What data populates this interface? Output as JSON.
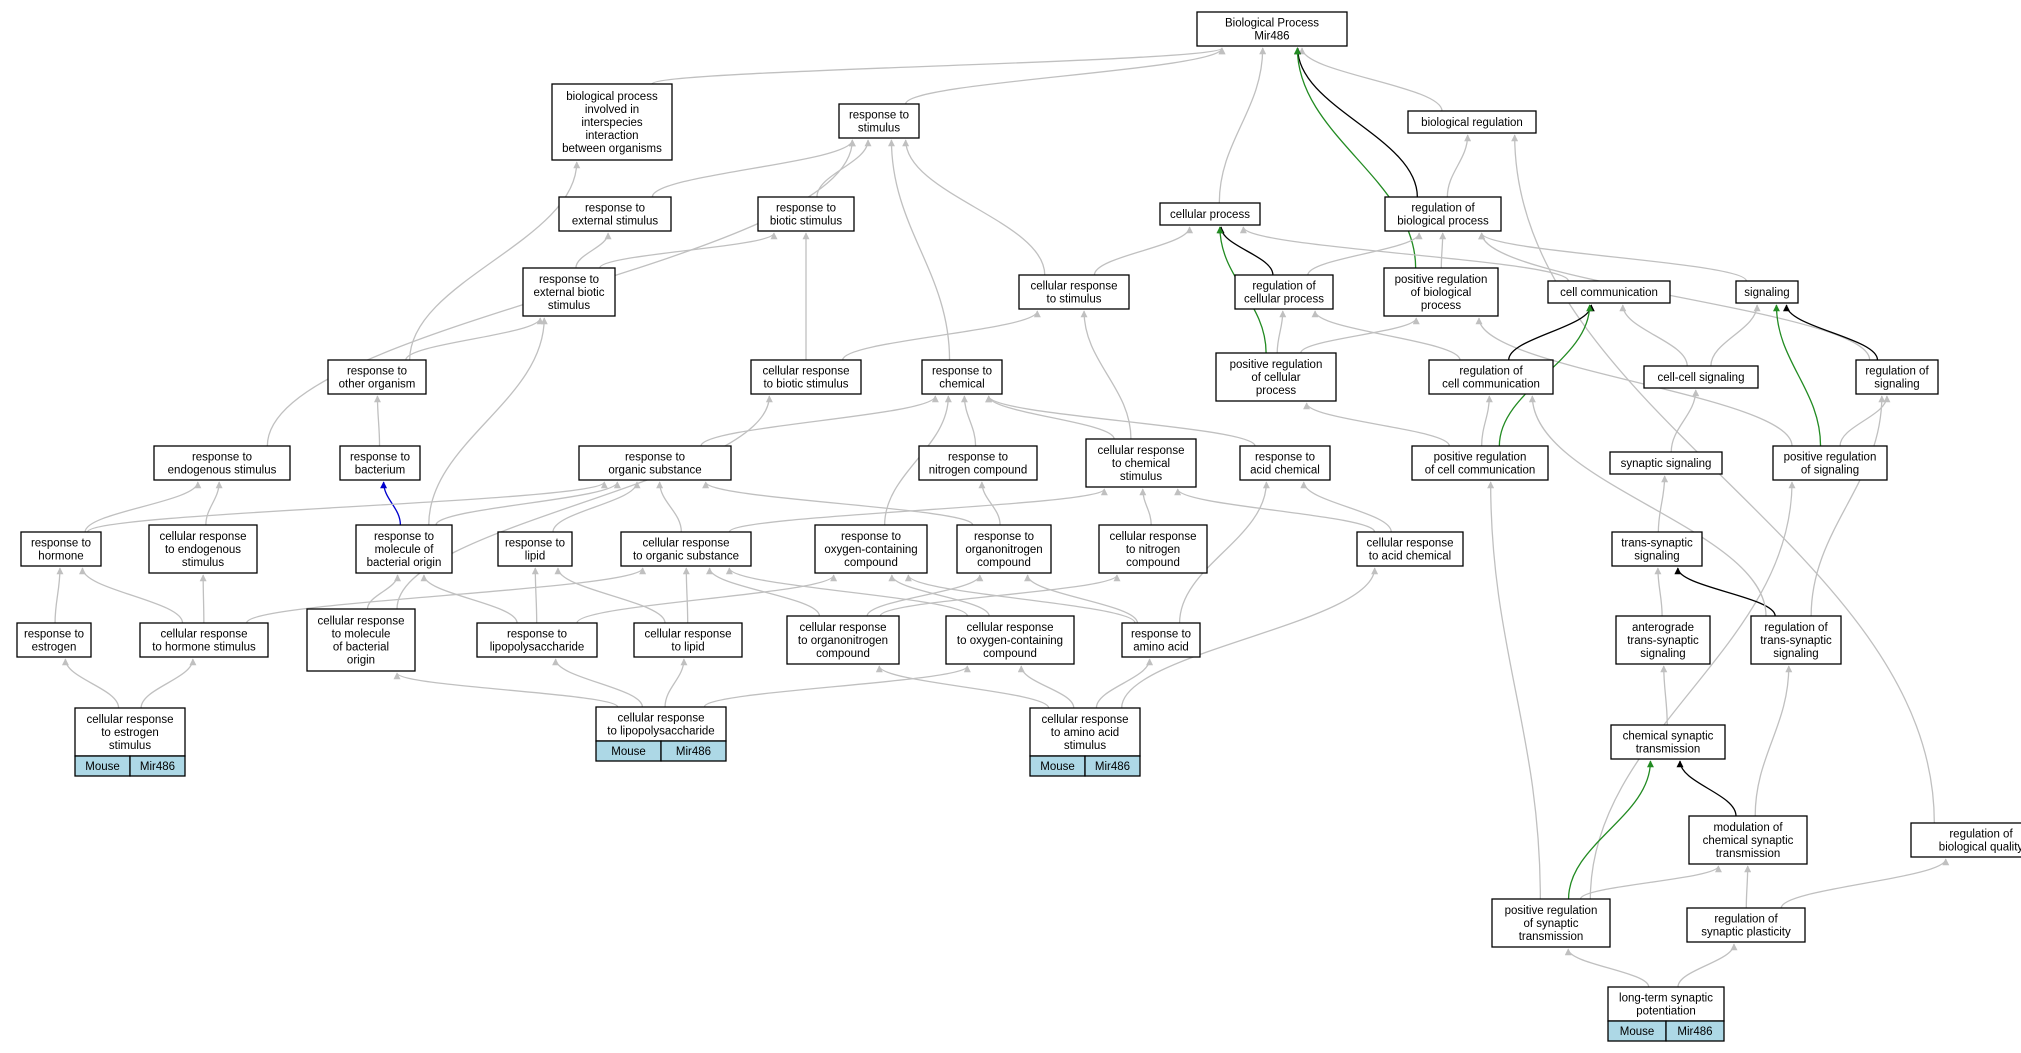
{
  "colors": {
    "background": "#ffffff",
    "edge_default": "#c0c0c0",
    "edge_black": "#000000",
    "edge_green": "#228b22",
    "edge_blue": "#0000cd",
    "tag_fill": "#add8e6",
    "node_border": "#000000"
  },
  "nodes": [
    {
      "id": "bp",
      "lines": [
        "Biological Process",
        "Mir486"
      ]
    },
    {
      "id": "bpinter",
      "lines": [
        "biological process",
        "involved in",
        "interspecies",
        "interaction",
        "between organisms"
      ]
    },
    {
      "id": "rstim",
      "lines": [
        "response to",
        "stimulus"
      ]
    },
    {
      "id": "bioreg",
      "lines": [
        "biological regulation"
      ]
    },
    {
      "id": "rext",
      "lines": [
        "response to",
        "external stimulus"
      ]
    },
    {
      "id": "rbio",
      "lines": [
        "response to",
        "biotic stimulus"
      ]
    },
    {
      "id": "cellproc",
      "lines": [
        "cellular process"
      ]
    },
    {
      "id": "regbio",
      "lines": [
        "regulation of",
        "biological process"
      ]
    },
    {
      "id": "rextbio",
      "lines": [
        "response to",
        "external biotic",
        "stimulus"
      ]
    },
    {
      "id": "crstim",
      "lines": [
        "cellular response",
        "to stimulus"
      ]
    },
    {
      "id": "regcell",
      "lines": [
        "regulation of",
        "cellular process"
      ]
    },
    {
      "id": "posregbio",
      "lines": [
        "positive regulation",
        "of biological",
        "process"
      ]
    },
    {
      "id": "cellcomm",
      "lines": [
        "cell communication"
      ]
    },
    {
      "id": "signaling",
      "lines": [
        "signaling"
      ]
    },
    {
      "id": "rother",
      "lines": [
        "response to",
        "other organism"
      ]
    },
    {
      "id": "crbiotic",
      "lines": [
        "cellular response",
        "to biotic stimulus"
      ]
    },
    {
      "id": "rchem",
      "lines": [
        "response to",
        "chemical"
      ]
    },
    {
      "id": "posregcell",
      "lines": [
        "positive regulation",
        "of cellular",
        "process"
      ]
    },
    {
      "id": "regcellcomm",
      "lines": [
        "regulation of",
        "cell communication"
      ]
    },
    {
      "id": "ccsig",
      "lines": [
        "cell-cell signaling"
      ]
    },
    {
      "id": "regsig",
      "lines": [
        "regulation of",
        "signaling"
      ]
    },
    {
      "id": "rendo",
      "lines": [
        "response to",
        "endogenous stimulus"
      ]
    },
    {
      "id": "rbact",
      "lines": [
        "response to",
        "bacterium"
      ]
    },
    {
      "id": "rorg",
      "lines": [
        "response to",
        "organic substance"
      ]
    },
    {
      "id": "rnitro",
      "lines": [
        "response to",
        "nitrogen compound"
      ]
    },
    {
      "id": "crchem",
      "lines": [
        "cellular response",
        "to chemical",
        "stimulus"
      ]
    },
    {
      "id": "racid",
      "lines": [
        "response to",
        "acid chemical"
      ]
    },
    {
      "id": "posregcc",
      "lines": [
        "positive regulation",
        "of cell communication"
      ]
    },
    {
      "id": "synsig",
      "lines": [
        "synaptic signaling"
      ]
    },
    {
      "id": "posregsig",
      "lines": [
        "positive regulation",
        "of signaling"
      ]
    },
    {
      "id": "rhorm",
      "lines": [
        "response to",
        "hormone"
      ]
    },
    {
      "id": "crendo",
      "lines": [
        "cellular response",
        "to endogenous",
        "stimulus"
      ]
    },
    {
      "id": "rmolbact",
      "lines": [
        "response to",
        "molecule of",
        "bacterial origin"
      ]
    },
    {
      "id": "rlipid",
      "lines": [
        "response to",
        "lipid"
      ]
    },
    {
      "id": "crorg",
      "lines": [
        "cellular response",
        "to organic substance"
      ]
    },
    {
      "id": "roxy",
      "lines": [
        "response to",
        "oxygen-containing",
        "compound"
      ]
    },
    {
      "id": "rorgnit",
      "lines": [
        "response to",
        "organonitrogen",
        "compound"
      ]
    },
    {
      "id": "crnitro",
      "lines": [
        "cellular response",
        "to nitrogen",
        "compound"
      ]
    },
    {
      "id": "cracid",
      "lines": [
        "cellular response",
        "to acid chemical"
      ]
    },
    {
      "id": "transsyn",
      "lines": [
        "trans-synaptic",
        "signaling"
      ]
    },
    {
      "id": "restr",
      "lines": [
        "response to",
        "estrogen"
      ]
    },
    {
      "id": "crhorm",
      "lines": [
        "cellular response",
        "to hormone stimulus"
      ]
    },
    {
      "id": "crmolbact",
      "lines": [
        "cellular response",
        "to molecule",
        "of bacterial",
        "origin"
      ]
    },
    {
      "id": "rlps",
      "lines": [
        "response to",
        "lipopolysaccharide"
      ]
    },
    {
      "id": "crlipid",
      "lines": [
        "cellular response",
        "to lipid"
      ]
    },
    {
      "id": "crorgnit",
      "lines": [
        "cellular response",
        "to organonitrogen",
        "compound"
      ]
    },
    {
      "id": "croxy",
      "lines": [
        "cellular response",
        "to oxygen-containing",
        "compound"
      ]
    },
    {
      "id": "raa",
      "lines": [
        "response to",
        "amino acid"
      ]
    },
    {
      "id": "antero",
      "lines": [
        "anterograde",
        "trans-synaptic",
        "signaling"
      ]
    },
    {
      "id": "regtrans",
      "lines": [
        "regulation of",
        "trans-synaptic",
        "signaling"
      ]
    },
    {
      "id": "crestr",
      "lines": [
        "cellular response",
        "to estrogen",
        "stimulus"
      ]
    },
    {
      "id": "crlps",
      "lines": [
        "cellular response",
        "to lipopolysaccharide"
      ]
    },
    {
      "id": "craa",
      "lines": [
        "cellular response",
        "to amino acid",
        "stimulus"
      ]
    },
    {
      "id": "chemsyn",
      "lines": [
        "chemical synaptic",
        "transmission"
      ]
    },
    {
      "id": "modchem",
      "lines": [
        "modulation of",
        "chemical synaptic",
        "transmission"
      ]
    },
    {
      "id": "regqual",
      "lines": [
        "regulation of",
        "biological quality"
      ]
    },
    {
      "id": "posregsyn",
      "lines": [
        "positive regulation",
        "of synaptic",
        "transmission"
      ]
    },
    {
      "id": "regplast",
      "lines": [
        "regulation of",
        "synaptic plasticity"
      ]
    },
    {
      "id": "ltp",
      "lines": [
        "long-term synaptic",
        "potentiation"
      ]
    }
  ],
  "tags": [
    {
      "node": "crestr",
      "cells": [
        "Mouse",
        "Mir486"
      ]
    },
    {
      "node": "crlps",
      "cells": [
        "Mouse",
        "Mir486"
      ]
    },
    {
      "node": "craa",
      "cells": [
        "Mouse",
        "Mir486"
      ]
    },
    {
      "node": "ltp",
      "cells": [
        "Mouse",
        "Mir486"
      ]
    }
  ],
  "edges": [
    {
      "from": "bpinter",
      "to": "bp",
      "color": "gray"
    },
    {
      "from": "rstim",
      "to": "bp",
      "color": "gray"
    },
    {
      "from": "bioreg",
      "to": "bp",
      "color": "gray"
    },
    {
      "from": "cellproc",
      "to": "bp",
      "color": "gray"
    },
    {
      "from": "regbio",
      "to": "bp",
      "color": "black"
    },
    {
      "from": "posregbio",
      "to": "bp",
      "color": "green"
    },
    {
      "from": "rext",
      "to": "rstim",
      "color": "gray"
    },
    {
      "from": "rbio",
      "to": "rstim",
      "color": "gray"
    },
    {
      "from": "rendo",
      "to": "rstim",
      "color": "gray"
    },
    {
      "from": "rchem",
      "to": "rstim",
      "color": "gray"
    },
    {
      "from": "crstim",
      "to": "rstim",
      "color": "gray"
    },
    {
      "from": "regbio",
      "to": "bioreg",
      "color": "gray"
    },
    {
      "from": "regqual",
      "to": "bioreg",
      "color": "gray"
    },
    {
      "from": "rextbio",
      "to": "rext",
      "color": "gray"
    },
    {
      "from": "rextbio",
      "to": "rbio",
      "color": "gray"
    },
    {
      "from": "crbiotic",
      "to": "rbio",
      "color": "gray"
    },
    {
      "from": "crstim",
      "to": "cellproc",
      "color": "gray"
    },
    {
      "from": "regcell",
      "to": "cellproc",
      "color": "black"
    },
    {
      "from": "posregcell",
      "to": "cellproc",
      "color": "green"
    },
    {
      "from": "cellcomm",
      "to": "cellproc",
      "color": "gray"
    },
    {
      "from": "regcell",
      "to": "regbio",
      "color": "gray"
    },
    {
      "from": "posregbio",
      "to": "regbio",
      "color": "gray"
    },
    {
      "from": "signaling",
      "to": "regbio",
      "color": "gray"
    },
    {
      "from": "regsig",
      "to": "regbio",
      "color": "gray"
    },
    {
      "from": "rother",
      "to": "rextbio",
      "color": "gray"
    },
    {
      "from": "rmolbact",
      "to": "rextbio",
      "color": "gray"
    },
    {
      "from": "rother",
      "to": "bpinter",
      "color": "gray"
    },
    {
      "from": "crbiotic",
      "to": "crstim",
      "color": "gray"
    },
    {
      "from": "crchem",
      "to": "crstim",
      "color": "gray"
    },
    {
      "from": "posregcell",
      "to": "regcell",
      "color": "gray"
    },
    {
      "from": "regcellcomm",
      "to": "regcell",
      "color": "gray"
    },
    {
      "from": "posregcell",
      "to": "posregbio",
      "color": "gray"
    },
    {
      "from": "posregsig",
      "to": "posregbio",
      "color": "gray"
    },
    {
      "from": "regcellcomm",
      "to": "cellcomm",
      "color": "black"
    },
    {
      "from": "posregcc",
      "to": "cellcomm",
      "color": "green"
    },
    {
      "from": "ccsig",
      "to": "cellcomm",
      "color": "gray"
    },
    {
      "from": "ccsig",
      "to": "signaling",
      "color": "gray"
    },
    {
      "from": "regsig",
      "to": "signaling",
      "color": "black"
    },
    {
      "from": "posregsig",
      "to": "signaling",
      "color": "green"
    },
    {
      "from": "rbact",
      "to": "rother",
      "color": "gray"
    },
    {
      "from": "rmolbact",
      "to": "rbact",
      "color": "blue"
    },
    {
      "from": "rorg",
      "to": "rchem",
      "color": "gray"
    },
    {
      "from": "rnitro",
      "to": "rchem",
      "color": "gray"
    },
    {
      "from": "crchem",
      "to": "rchem",
      "color": "gray"
    },
    {
      "from": "racid",
      "to": "rchem",
      "color": "gray"
    },
    {
      "from": "roxy",
      "to": "rchem",
      "color": "gray"
    },
    {
      "from": "posregcc",
      "to": "regcellcomm",
      "color": "gray"
    },
    {
      "from": "posregcc",
      "to": "posregcell",
      "color": "gray"
    },
    {
      "from": "synsig",
      "to": "ccsig",
      "color": "gray"
    },
    {
      "from": "posregsig",
      "to": "regsig",
      "color": "gray"
    },
    {
      "from": "regtrans",
      "to": "regsig",
      "color": "gray"
    },
    {
      "from": "rhorm",
      "to": "rendo",
      "color": "gray"
    },
    {
      "from": "crendo",
      "to": "rendo",
      "color": "gray"
    },
    {
      "from": "rhorm",
      "to": "rorg",
      "color": "gray"
    },
    {
      "from": "rmolbact",
      "to": "rorg",
      "color": "gray"
    },
    {
      "from": "rlipid",
      "to": "rorg",
      "color": "gray"
    },
    {
      "from": "crorg",
      "to": "rorg",
      "color": "gray"
    },
    {
      "from": "rorgnit",
      "to": "rorg",
      "color": "gray"
    },
    {
      "from": "rorgnit",
      "to": "rnitro",
      "color": "gray"
    },
    {
      "from": "crnitro",
      "to": "crchem",
      "color": "gray"
    },
    {
      "from": "crorg",
      "to": "crchem",
      "color": "gray"
    },
    {
      "from": "cracid",
      "to": "crchem",
      "color": "gray"
    },
    {
      "from": "cracid",
      "to": "racid",
      "color": "gray"
    },
    {
      "from": "raa",
      "to": "racid",
      "color": "gray"
    },
    {
      "from": "posregsyn",
      "to": "posregcc",
      "color": "gray"
    },
    {
      "from": "transsyn",
      "to": "synsig",
      "color": "gray"
    },
    {
      "from": "posregsyn",
      "to": "posregsig",
      "color": "gray"
    },
    {
      "from": "restr",
      "to": "rhorm",
      "color": "gray"
    },
    {
      "from": "crhorm",
      "to": "rhorm",
      "color": "gray"
    },
    {
      "from": "crhorm",
      "to": "crendo",
      "color": "gray"
    },
    {
      "from": "crmolbact",
      "to": "rmolbact",
      "color": "gray"
    },
    {
      "from": "crmolbact",
      "to": "crbiotic",
      "color": "gray"
    },
    {
      "from": "rlps",
      "to": "rmolbact",
      "color": "gray"
    },
    {
      "from": "rlps",
      "to": "rlipid",
      "color": "gray"
    },
    {
      "from": "crlipid",
      "to": "rlipid",
      "color": "gray"
    },
    {
      "from": "crlipid",
      "to": "crorg",
      "color": "gray"
    },
    {
      "from": "crhorm",
      "to": "crorg",
      "color": "gray"
    },
    {
      "from": "crorgnit",
      "to": "crorg",
      "color": "gray"
    },
    {
      "from": "crorgnit",
      "to": "rorgnit",
      "color": "gray"
    },
    {
      "from": "crorgnit",
      "to": "crnitro",
      "color": "gray"
    },
    {
      "from": "croxy",
      "to": "roxy",
      "color": "gray"
    },
    {
      "from": "croxy",
      "to": "crorg",
      "color": "gray"
    },
    {
      "from": "raa",
      "to": "rorgnit",
      "color": "gray"
    },
    {
      "from": "raa",
      "to": "roxy",
      "color": "gray"
    },
    {
      "from": "rlps",
      "to": "roxy",
      "color": "gray"
    },
    {
      "from": "antero",
      "to": "transsyn",
      "color": "gray"
    },
    {
      "from": "regtrans",
      "to": "transsyn",
      "color": "black"
    },
    {
      "from": "regtrans",
      "to": "regcellcomm",
      "color": "gray"
    },
    {
      "from": "crestr",
      "to": "restr",
      "color": "gray"
    },
    {
      "from": "crestr",
      "to": "crhorm",
      "color": "gray"
    },
    {
      "from": "crlps",
      "to": "crmolbact",
      "color": "gray"
    },
    {
      "from": "crlps",
      "to": "rlps",
      "color": "gray"
    },
    {
      "from": "crlps",
      "to": "crlipid",
      "color": "gray"
    },
    {
      "from": "crlps",
      "to": "croxy",
      "color": "gray"
    },
    {
      "from": "craa",
      "to": "crorgnit",
      "color": "gray"
    },
    {
      "from": "craa",
      "to": "croxy",
      "color": "gray"
    },
    {
      "from": "craa",
      "to": "raa",
      "color": "gray"
    },
    {
      "from": "craa",
      "to": "cracid",
      "color": "gray"
    },
    {
      "from": "chemsyn",
      "to": "antero",
      "color": "gray"
    },
    {
      "from": "modchem",
      "to": "regtrans",
      "color": "gray"
    },
    {
      "from": "modchem",
      "to": "chemsyn",
      "color": "black"
    },
    {
      "from": "posregsyn",
      "to": "chemsyn",
      "color": "green"
    },
    {
      "from": "posregsyn",
      "to": "modchem",
      "color": "gray"
    },
    {
      "from": "regplast",
      "to": "modchem",
      "color": "gray"
    },
    {
      "from": "regplast",
      "to": "regqual",
      "color": "gray"
    },
    {
      "from": "ltp",
      "to": "posregsyn",
      "color": "gray"
    },
    {
      "from": "ltp",
      "to": "regplast",
      "color": "gray"
    }
  ]
}
